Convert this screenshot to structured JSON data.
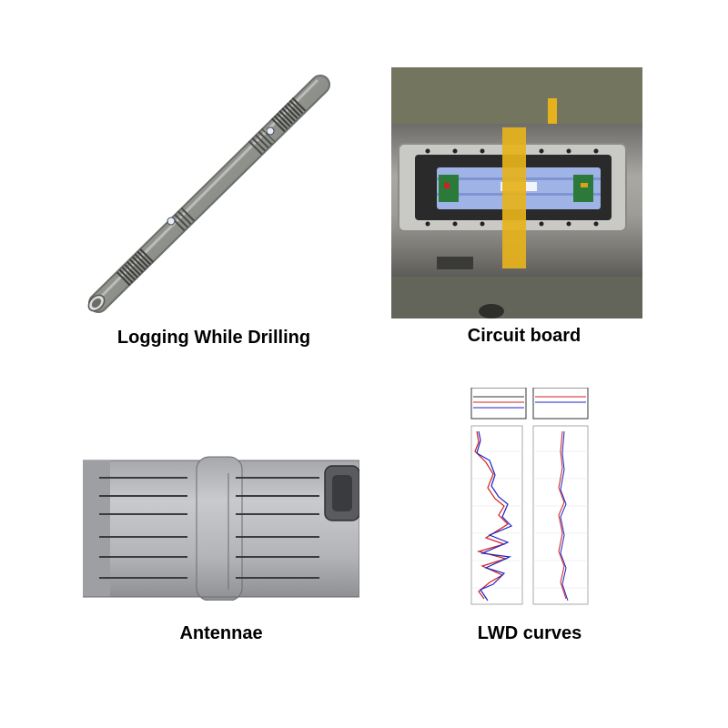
{
  "panels": [
    {
      "caption": "Logging While Drilling",
      "icon": "drill-tool-icon"
    },
    {
      "caption": "Circuit board",
      "icon": "circuit-board-photo"
    },
    {
      "caption": "Antennae",
      "icon": "antenna-collar-icon"
    },
    {
      "caption": "LWD curves",
      "icon": "log-curves-icon"
    }
  ],
  "colors": {
    "tool_body": "#8f918c",
    "tape": "#f2c200",
    "board": "#9fb3e6",
    "curve_red": "#d11f1f",
    "curve_blue": "#1c23c9",
    "background": "#ffffff"
  }
}
